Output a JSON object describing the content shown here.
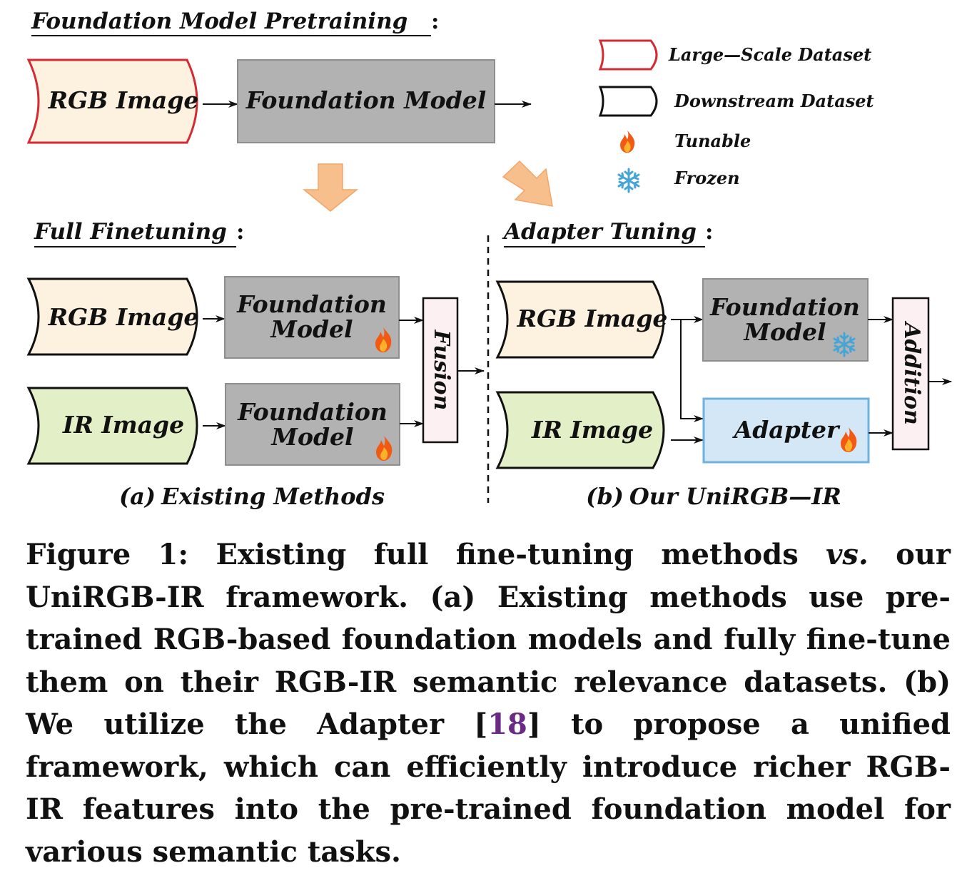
{
  "headings": {
    "pretraining": "Foundation Model Pretraining",
    "full_finetuning": "Full Finetuning",
    "adapter_tuning": "Adapter Tuning",
    "colon": ":"
  },
  "legend": {
    "large_scale": "Large—Scale Dataset",
    "downstream": "Downstream Dataset",
    "tunable": "Tunable",
    "frozen": "Frozen"
  },
  "pretraining": {
    "input": "RGB Image",
    "model": "Foundation Model"
  },
  "existing": {
    "rgb_input": "RGB Image",
    "ir_input": "IR Image",
    "model_line1": "Foundation",
    "model_line2": "Model",
    "fusion": "Fusion",
    "label_prefix": "(a)",
    "label": "Existing Methods"
  },
  "ours": {
    "rgb_input": "RGB Image",
    "ir_input": "IR Image",
    "model_line1": "Foundation",
    "model_line2": "Model",
    "adapter": "Adapter",
    "addition": "Addition",
    "label_prefix": "(b)",
    "label": "Our UniRGB—IR"
  },
  "caption": {
    "part1": "Figure 1: Existing full fine-tuning methods ",
    "vs": "vs.",
    "part2": " our UniRGB-IR framework. (a) Existing methods use pre-trained RGB-based foundation models and fully fine-tune them on their RGB-IR semantic relevance datasets. (b) We utilize the Adapter [",
    "cite": "18",
    "part3": "] to propose a unified framework, which can efficiently introduce richer RGB-IR features into the pre-trained foundation model for various semantic tasks."
  },
  "colors": {
    "large_scale_border": "#d42a33",
    "rgb_fill": "#fdf1e0",
    "ir_fill": "#e3efc6",
    "model_fill": "#b2b2b2",
    "adapter_fill": "#d4e7f7",
    "adapter_border": "#6fb1df",
    "fusion_fill": "#fdf0f2",
    "arrow_orange": "#f7bf8c",
    "flame": "#f25a14",
    "snow": "#45a6d6"
  }
}
